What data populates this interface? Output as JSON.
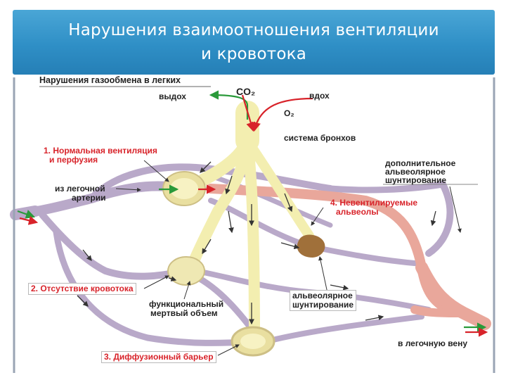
{
  "slide": {
    "title_line1": "Нарушения взаимоотношения  вентиляции",
    "title_line2": "и кровотока"
  },
  "diagram": {
    "heading": "Нарушения газообмена в легких",
    "exhale": "выдох",
    "inhale": "вдох",
    "co2": "CO₂",
    "o2": "O₂",
    "bronchi": "система бронхов",
    "label1_line1": "1. Нормальная вентиляция",
    "label1_line2": "и перфузия",
    "from_artery_line1": "из легочной",
    "from_artery_line2": "артерии",
    "extra_shunt_line1": "дополнительное",
    "extra_shunt_line2": "альвеолярное",
    "extra_shunt_line3": "шунтирование",
    "label4_line1": "4. Невентилируемые",
    "label4_line2": "альвеолы",
    "label2": "2. Отсутствие кровотока",
    "dead_space_line1": "функциональный",
    "dead_space_line2": "мертвый объем",
    "alv_shunt_line1": "альвеолярное",
    "alv_shunt_line2": "шунтирование",
    "to_vein": "в легочную вену",
    "label3": "3. Диффузионный барьер"
  },
  "colors": {
    "banner": "#2f8fc6",
    "vessel_venous": "#b9a9c9",
    "vessel_arterial": "#e9a79b",
    "airway": "#f3eeb0",
    "arrow_green": "#2a9a3a",
    "arrow_red": "#d8232a",
    "label_red": "#d8232a"
  }
}
